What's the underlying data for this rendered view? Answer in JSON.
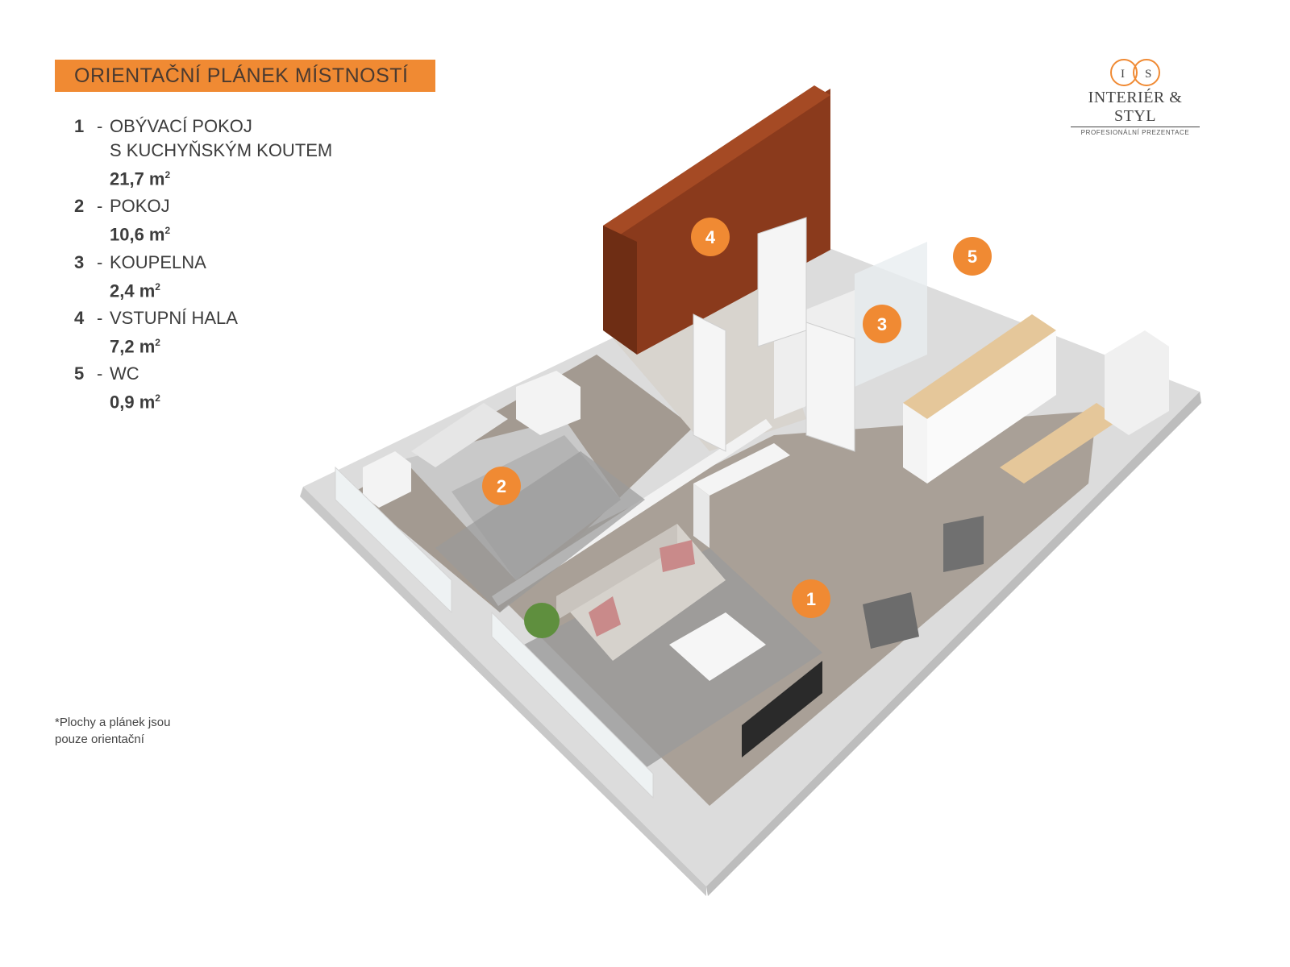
{
  "header": {
    "title": "ORIENTAČNÍ PLÁNEK MÍSTNOSTÍ"
  },
  "rooms": [
    {
      "number": "1",
      "name": "OBÝVACÍ POKOJ",
      "subname": "S KUCHYŇSKÝM KOUTEM",
      "area": "21,7 m",
      "unit_sup": "2"
    },
    {
      "number": "2",
      "name": "POKOJ",
      "subname": "",
      "area": "10,6 m",
      "unit_sup": "2"
    },
    {
      "number": "3",
      "name": "KOUPELNA",
      "subname": "",
      "area": "2,4 m",
      "unit_sup": "2"
    },
    {
      "number": "4",
      "name": "VSTUPNÍ HALA",
      "subname": "",
      "area": "7,2 m",
      "unit_sup": "2"
    },
    {
      "number": "5",
      "name": "WC",
      "subname": "",
      "area": "0,9 m",
      "unit_sup": "2"
    }
  ],
  "footnote": {
    "line1": "*Plochy  a plánek jsou",
    "line2": "pouze orientační"
  },
  "logo": {
    "monogram_left": "I",
    "monogram_right": "S",
    "name": "INTERIÉR & STYL",
    "tagline": "PROFESIONÁLNÍ PREZENTACE"
  },
  "badges": [
    "1",
    "2",
    "3",
    "4",
    "5"
  ],
  "colors": {
    "accent": "#f08a33",
    "floor": "#a89e94",
    "wall": "#e4e4e4",
    "wardrobe": "#8a3a1c"
  }
}
